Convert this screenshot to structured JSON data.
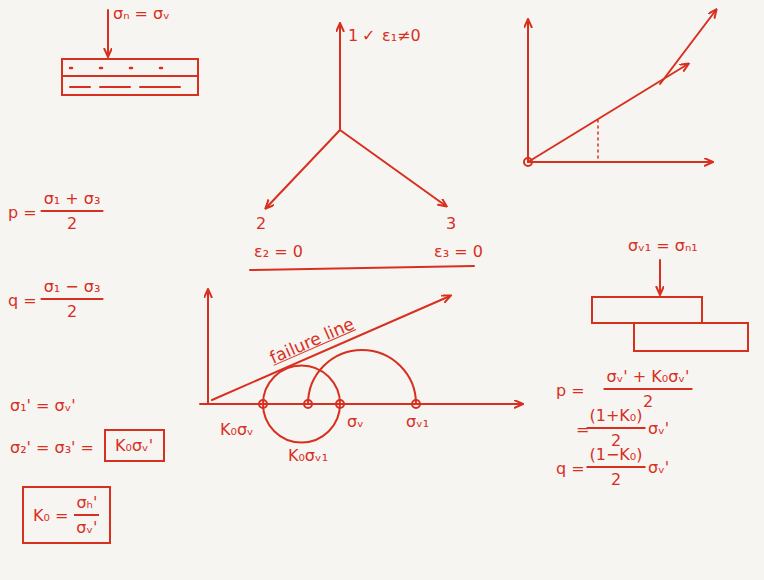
{
  "diagram": {
    "nodes": [
      {
        "text": [
          "K₀σᵥ'"
        ]
      },
      {
        "text": [
          "K₀ =",
          "σₕ'",
          "σᵥ'"
        ]
      }
    ],
    "labels": [
      "σₙ = σᵥ",
      "1",
      "✓",
      "ε₁≠0",
      "2",
      "3",
      "ε₂ = 0",
      "ε₃ = 0",
      "p =",
      "σ₁ + σ₃",
      "2",
      "σᵥ₁ = σₙ₁",
      "q =",
      "σ₁ − σ₃",
      "2",
      "failure line",
      "p =",
      "σᵥ' + K₀σᵥ'",
      "2",
      "=",
      "(1+K₀)",
      "2",
      "σᵥ'",
      "q =",
      "(1−K₀)",
      "2",
      "σᵥ'",
      "σ₁' = σᵥ'",
      "K₀σᵥ",
      "K₀σᵥ₁",
      "σᵥ",
      "σᵥ₁",
      "σ₂' = σ₃' ="
    ]
  }
}
